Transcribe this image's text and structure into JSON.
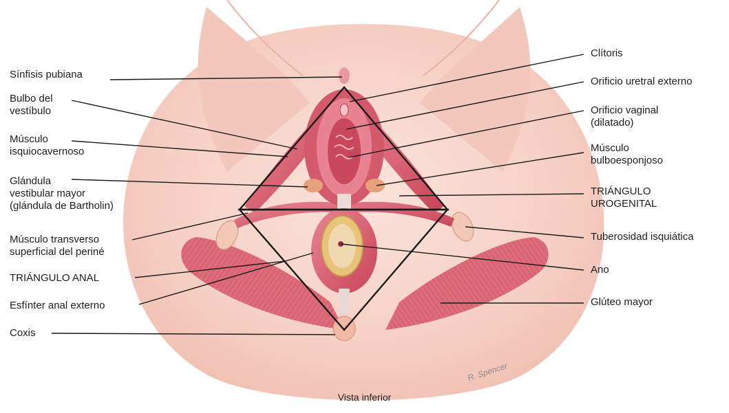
{
  "left_labels": [
    {
      "id": "sinfisis",
      "lines": [
        "Sínfisis pubiana"
      ]
    },
    {
      "id": "bulbo",
      "lines": [
        "Bulbo del",
        "vestíbulo"
      ]
    },
    {
      "id": "isquiocavernoso",
      "lines": [
        "Músculo",
        "isquiocavernoso"
      ]
    },
    {
      "id": "bartholin",
      "lines": [
        "Glándula",
        "vestibular mayor",
        "(glándula de Bartholin)"
      ]
    },
    {
      "id": "transverso",
      "lines": [
        "Músculo transverso",
        "superficial del periné"
      ]
    },
    {
      "id": "triangulo_anal",
      "lines": [
        "TRIÁNGULO ANAL"
      ]
    },
    {
      "id": "esfinter",
      "lines": [
        "Esfínter anal externo"
      ]
    },
    {
      "id": "coxis",
      "lines": [
        "Coxis"
      ]
    }
  ],
  "right_labels": [
    {
      "id": "clitoris",
      "lines": [
        "Clítoris"
      ]
    },
    {
      "id": "uretral",
      "lines": [
        "Orificio uretral externo"
      ]
    },
    {
      "id": "vaginal",
      "lines": [
        "Orificio vaginal",
        "(dilatado)"
      ]
    },
    {
      "id": "bulboesponjoso",
      "lines": [
        "Músculo",
        "bulboesponjoso"
      ]
    },
    {
      "id": "triangulo_uro",
      "lines": [
        "TRIÁNGULO",
        "UROGENITAL"
      ]
    },
    {
      "id": "tuberosidad",
      "lines": [
        "Tuberosidad isquiática"
      ]
    },
    {
      "id": "ano",
      "lines": [
        "Ano"
      ]
    },
    {
      "id": "gluteo",
      "lines": [
        "Glúteo mayor"
      ]
    }
  ],
  "caption": "Vista inferior",
  "signature": "R. Spencer",
  "colors": {
    "skin": "#f9d9cf",
    "skin_shadow": "#eab7aa",
    "muscle": "#d9606f",
    "muscle_dark": "#b8384c",
    "muscle_light": "#ec98a3",
    "tendon": "#eddcd6",
    "anal_ring": "#e8c47a",
    "leader": "#1a1a1a"
  }
}
